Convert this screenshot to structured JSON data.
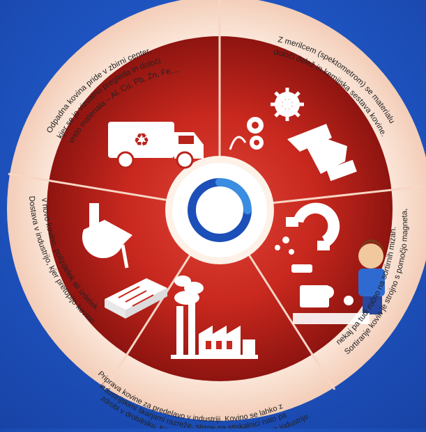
{
  "segments": [
    {
      "id": "collection",
      "lines": [
        "Odpadna kovina pride v zbirni center,",
        "kjer se jo vizualno pregleda in določi",
        "vrsto materiala – Al, Cu, Pb, Zn, Fe,..."
      ],
      "icon": "garbage-truck-icon"
    },
    {
      "id": "spectrometer",
      "lines": [
        "Z merilcem (spektometrom) se materialu",
        "določi delež in kemijska sestava kovine."
      ],
      "icon": "spectrometer-gear-icon"
    },
    {
      "id": "sorting",
      "lines": [
        "Sortiranje kovin je strojno s pomočjo magneta,",
        "nekaj pa tudi ročno na sortirnih mizah."
      ],
      "icon": "magnet-sorting-icon"
    },
    {
      "id": "preparation",
      "lines": [
        "Priprava kovine za predelavo v industriji. Kovino se lahko z",
        "industrijskimi škarjami razreže, stisne na stiskalnici nato pa",
        "zdrobi v drobilniku. Kovino se pripravi glede na zahteve industrije."
      ],
      "icon": "factory-icon"
    },
    {
      "id": "delivery",
      "lines": [
        "Dostava v industrijo, kjer pretopijo kovino",
        "v novo kovino, polizdelek ali izdelek."
      ],
      "icon": "ingot-ladle-icon"
    }
  ],
  "center_logo": "logo-icon",
  "colors": {
    "background": "#1f56c4",
    "outer_ring": "#f9e0d0",
    "inner_red": "#c8281e",
    "center_white": "#ffffff",
    "logo_blue": "#2a6fd4"
  }
}
